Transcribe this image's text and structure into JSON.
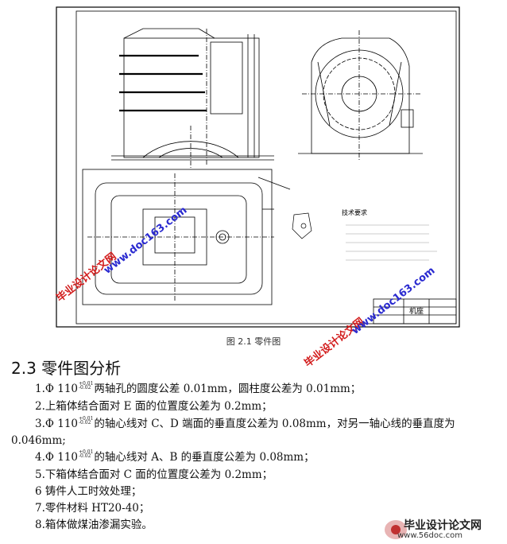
{
  "figure": {
    "caption": "图 2.1 零件图",
    "notes_title": "技术要求",
    "notes": [
      "1.",
      "2.",
      "3.",
      "4.",
      "5."
    ],
    "title_block": "机座"
  },
  "section": {
    "title": "2.3 零件图分析"
  },
  "items": [
    {
      "lead": "1.Φ 110",
      "tol_up": "+0.01",
      "tol_low": "-0.02",
      "rest": "两轴孔的圆度公差 0.01mm，圆柱度公差为 0.01mm；"
    },
    {
      "lead": "2.上箱体结合面对 E 面的位置度公差为 0.2mm；"
    },
    {
      "lead": "3.Φ 110",
      "tol_up": "+0.01",
      "tol_low": "-0.02",
      "rest": "的轴心线对 C、D 端面的垂直度公差为 0.08mm，对另一轴心线的垂直度为"
    },
    {
      "lead": "0.046mm;"
    },
    {
      "lead": "4.Φ 110",
      "tol_up": "+0.01",
      "tol_low": "-0.02",
      "rest": "的轴心线对 A、B 的垂直度公差为 0.08mm；"
    },
    {
      "lead": "5.下箱体结合面对 C 面的位置度公差为 0.2mm；"
    },
    {
      "lead": "6 铸件人工时效处理；"
    },
    {
      "lead": "7.零件材料 HT20-40；"
    },
    {
      "lead": "8.箱体做煤油渗漏实验。"
    }
  ],
  "watermarks": {
    "text1": "毕业设计论文网",
    "url1": "www.doc163.com",
    "text2": "毕业设计论文网",
    "url2": "www.doc163.com",
    "footer_brand": "毕业设计论文网",
    "footer_site": "www.56doc.com"
  },
  "colors": {
    "watermark_red": "#d21a1a",
    "watermark_blue": "#2a2ad0"
  }
}
